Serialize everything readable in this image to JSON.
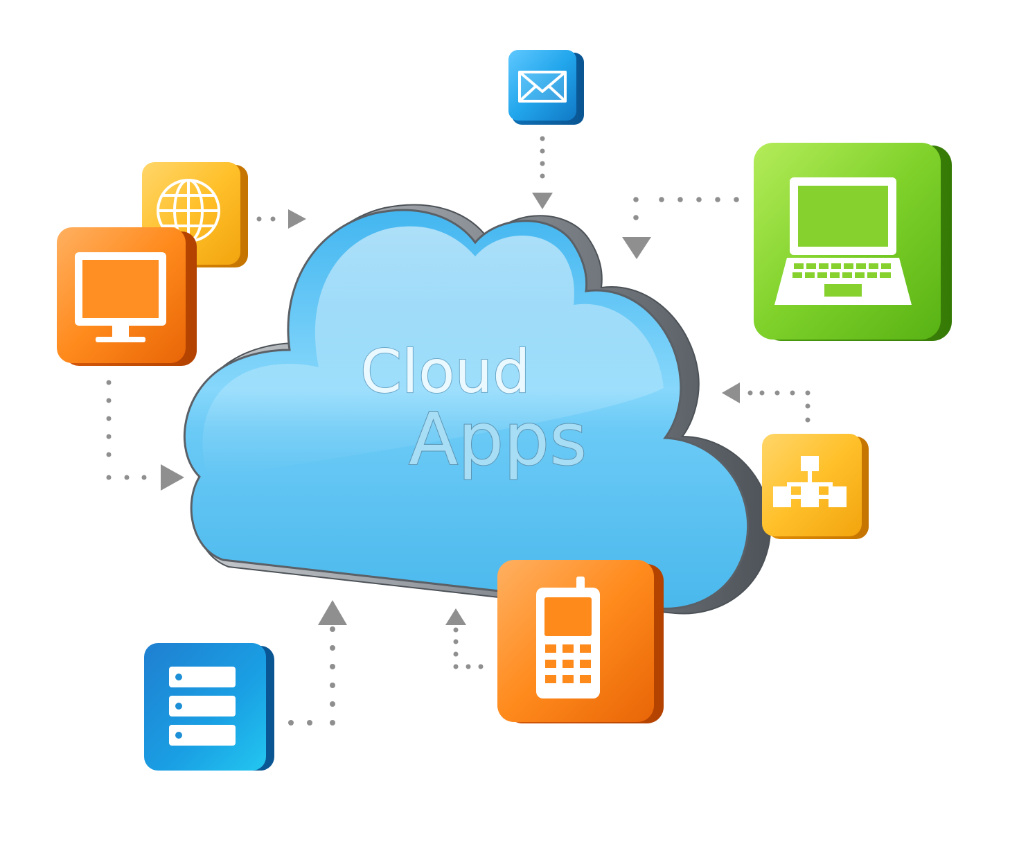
{
  "cloud": {
    "title_line1": "Cloud",
    "title_line2": "Apps"
  },
  "icons": [
    {
      "name": "mail-icon",
      "color": "blue"
    },
    {
      "name": "globe-icon",
      "color": "yellow"
    },
    {
      "name": "desktop-monitor-icon",
      "color": "orange"
    },
    {
      "name": "laptop-icon",
      "color": "green"
    },
    {
      "name": "network-hierarchy-icon",
      "color": "yellow"
    },
    {
      "name": "mobile-phone-icon",
      "color": "orange"
    },
    {
      "name": "server-icon",
      "color": "blue"
    }
  ],
  "colors": {
    "cloud_fill": "#6cc9f2",
    "cloud_rim": "#8e979f",
    "orange": "#f27a12",
    "yellow": "#f6b414",
    "green": "#5cb81c",
    "blue": "#1d8fd6",
    "connector": "#8f8f8f"
  }
}
